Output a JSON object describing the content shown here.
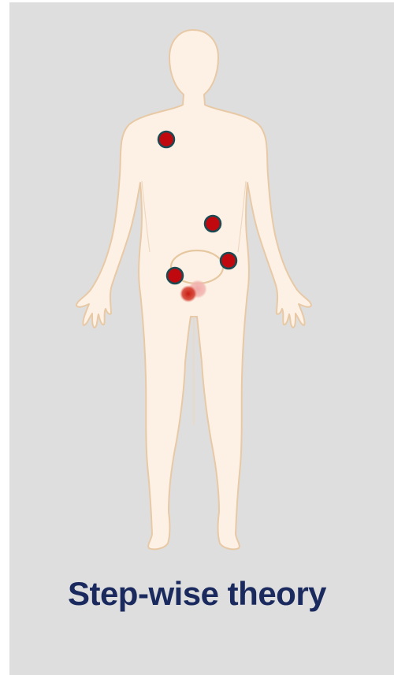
{
  "caption": "Step-wise theory",
  "colors": {
    "background": "#dedede",
    "body_fill": "#fdf1e6",
    "body_outline": "#e8c9a6",
    "marker_fill": "#c0090e",
    "marker_outline": "#1b4a52",
    "caption": "#1a2a5e"
  },
  "diagram": {
    "subject": "human body outline, front view",
    "marker_count": 4,
    "primary_site": "prostate"
  }
}
